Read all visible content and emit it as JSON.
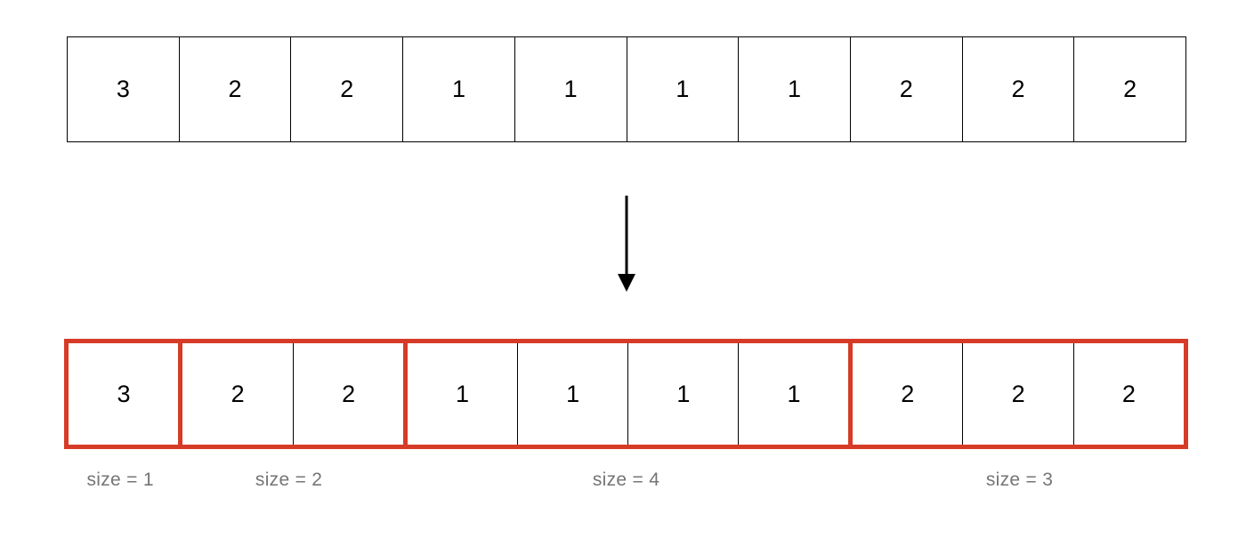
{
  "arrays": {
    "input": {
      "cells": [
        "3",
        "2",
        "2",
        "1",
        "1",
        "1",
        "1",
        "2",
        "2",
        "2"
      ]
    },
    "grouped": {
      "groups": [
        {
          "cells": [
            "3"
          ],
          "size_label": "size = 1"
        },
        {
          "cells": [
            "2",
            "2"
          ],
          "size_label": "size = 2"
        },
        {
          "cells": [
            "1",
            "1",
            "1",
            "1"
          ],
          "size_label": "size = 4"
        },
        {
          "cells": [
            "2",
            "2",
            "2"
          ],
          "size_label": "size = 3"
        }
      ]
    }
  },
  "icons": {
    "arrow": "down-arrow-icon"
  },
  "colors": {
    "background": "#FFFFFF",
    "cell_border": "#000000",
    "number_text": "#000000",
    "group_border": "#D63B27",
    "label_text": "#757575"
  }
}
